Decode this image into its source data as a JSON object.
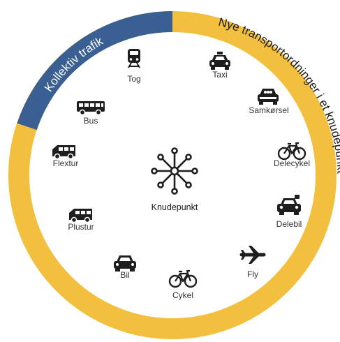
{
  "colors": {
    "collective": "#3a5f93",
    "new": "#f3bf3e",
    "icon": "#1e1e1e",
    "label": "#333333",
    "collective_text": "#ffffff",
    "new_text": "#1a1a1a"
  },
  "ring": {
    "collective_label": "Kollektiv trafik",
    "new_label": "Nye transportordninger i et knudepunkt"
  },
  "hub": {
    "label": "Knudepunkt",
    "icon": "hub-icon"
  },
  "modes": [
    {
      "id": "tog",
      "label": "Tog",
      "icon": "train-icon"
    },
    {
      "id": "taxi",
      "label": "Taxi",
      "icon": "taxi-icon"
    },
    {
      "id": "samkorsel",
      "label": "Samkørsel",
      "icon": "carpool-icon"
    },
    {
      "id": "delecykel",
      "label": "Delecykel",
      "icon": "bicycle-icon"
    },
    {
      "id": "delebil",
      "label": "Delebil",
      "icon": "shared-car-icon"
    },
    {
      "id": "fly",
      "label": "Fly",
      "icon": "airplane-icon"
    },
    {
      "id": "cykel",
      "label": "Cykel",
      "icon": "bicycle-icon"
    },
    {
      "id": "bil",
      "label": "Bil",
      "icon": "car-icon"
    },
    {
      "id": "plustur",
      "label": "Plustur",
      "icon": "minibus-icon"
    },
    {
      "id": "flextur",
      "label": "Flextur",
      "icon": "minibus-icon"
    },
    {
      "id": "bus",
      "label": "Bus",
      "icon": "bus-icon"
    }
  ]
}
